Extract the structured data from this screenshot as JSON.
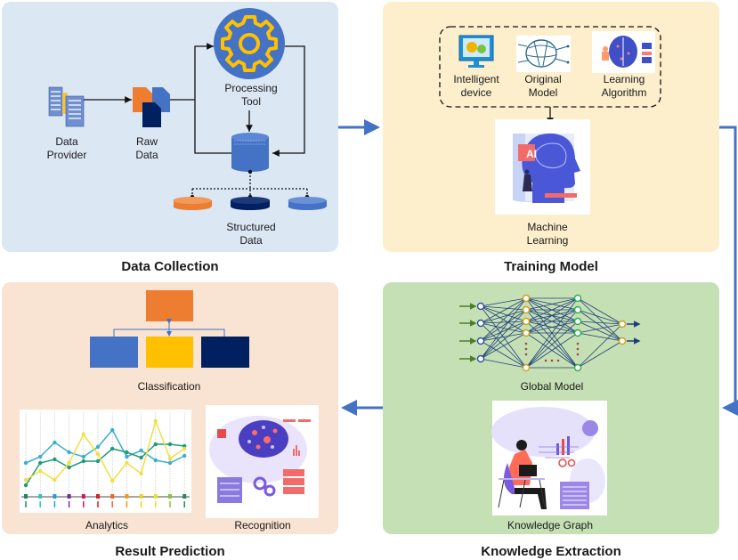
{
  "panels": {
    "data_collection": {
      "title": "Data Collection",
      "labels": {
        "data_provider": "Data\nProvider",
        "raw_data": "Raw\nData",
        "processing_tool": "Processing\nTool",
        "structured_data": "Structured\nData"
      }
    },
    "training_model": {
      "title": "Training Model",
      "labels": {
        "intelligent_device": "Intelligent\ndevice",
        "original_model": "Original\nModel",
        "learning_algorithm": "Learning\nAlgorithm",
        "machine_learning": "Machine\nLearning",
        "ai_badge": "AI"
      }
    },
    "knowledge_extraction": {
      "title": "Knowledge Extraction",
      "labels": {
        "global_model": "Global Model",
        "knowledge_graph": "Knowledge Graph"
      }
    },
    "result_prediction": {
      "title": "Result Prediction",
      "labels": {
        "classification": "Classification",
        "analytics": "Analytics",
        "recognition": "Recognition"
      }
    }
  },
  "colors": {
    "flow_arrow": "#4472c4",
    "orange": "#ed7d31",
    "blue": "#4472c4",
    "navy": "#002060",
    "yellow": "#ffc000"
  },
  "flow": [
    "Data Collection",
    "Training Model",
    "Knowledge Extraction",
    "Result Prediction"
  ],
  "neural_network": {
    "layers": [
      4,
      5,
      5,
      2
    ],
    "layer_colors": [
      "#2e4fa3",
      "#d4a017",
      "#22b14c",
      "#d4a017"
    ]
  }
}
